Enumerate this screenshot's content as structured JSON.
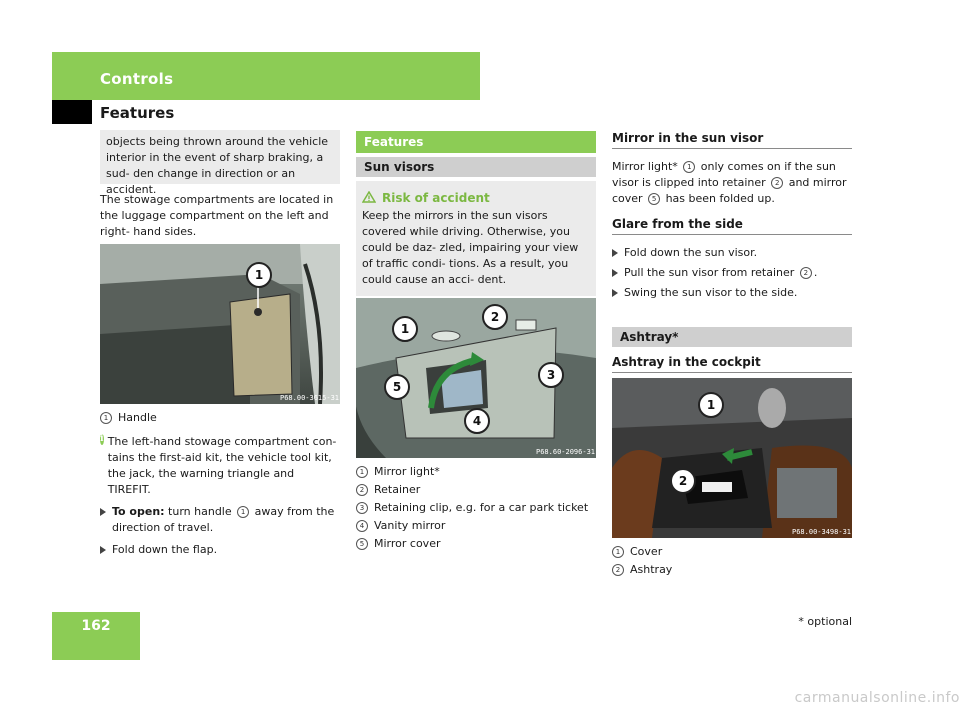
{
  "header": {
    "section": "Controls",
    "subsection": "Features"
  },
  "page_number": "162",
  "footer_note": "* optional",
  "watermark": "carmanualsonline.info",
  "col1": {
    "box_text": "objects being thrown around the vehicle interior in the event of sharp braking, a sud- den change in direction or an accident.",
    "para": "The stowage compartments are located in the luggage compartment on the left and right- hand sides.",
    "image_code": "P68.00-3615-31",
    "legend": [
      {
        "num": "1",
        "label": "Handle"
      }
    ],
    "info": "The left-hand stowage compartment con- tains the first-aid kit, the vehicle tool kit, the jack, the warning triangle and TIREFIT.",
    "step1_bold": "To open:",
    "step1_text": " turn handle",
    "step1_num": "1",
    "step1_rest": " away from the direction of travel.",
    "step2": "Fold down the flap."
  },
  "col2": {
    "bar_features": "Features",
    "bar_sun_visors": "Sun visors",
    "warn_title": "Risk of accident",
    "warn_text": "Keep the mirrors in the sun visors covered while driving. Otherwise, you could be daz- zled, impairing your view of traffic condi- tions. As a result, you could cause an acci- dent.",
    "image_code": "P68.60-2096-31",
    "legend": [
      {
        "num": "1",
        "label": "Mirror light*"
      },
      {
        "num": "2",
        "label": "Retainer"
      },
      {
        "num": "3",
        "label": "Retaining clip, e.g. for a car park ticket"
      },
      {
        "num": "4",
        "label": "Vanity mirror"
      },
      {
        "num": "5",
        "label": "Mirror cover"
      }
    ]
  },
  "col3": {
    "h_mirror": "Mirror in the sun visor",
    "mirror_a": "Mirror light*",
    "mirror_n1": "1",
    "mirror_b": " only comes on if the sun visor is clipped into retainer",
    "mirror_n2": "2",
    "mirror_c": " and mirror cover",
    "mirror_n5": "5",
    "mirror_d": " has been folded up.",
    "h_glare": "Glare from the side",
    "glare_steps": [
      "Fold down the sun visor.",
      "Pull the sun visor from retainer",
      "Swing the sun visor to the side."
    ],
    "glare_step2_num": "2",
    "bar_ashtray": "Ashtray*",
    "h_ashtray_cockpit": "Ashtray in the cockpit",
    "image_code": "P68.00-3498-31",
    "legend": [
      {
        "num": "1",
        "label": "Cover"
      },
      {
        "num": "2",
        "label": "Ashtray"
      }
    ]
  },
  "colors": {
    "accent_green": "#8ccc55",
    "grey_bar": "#cfcfcf",
    "grey_box": "#ebebeb"
  }
}
